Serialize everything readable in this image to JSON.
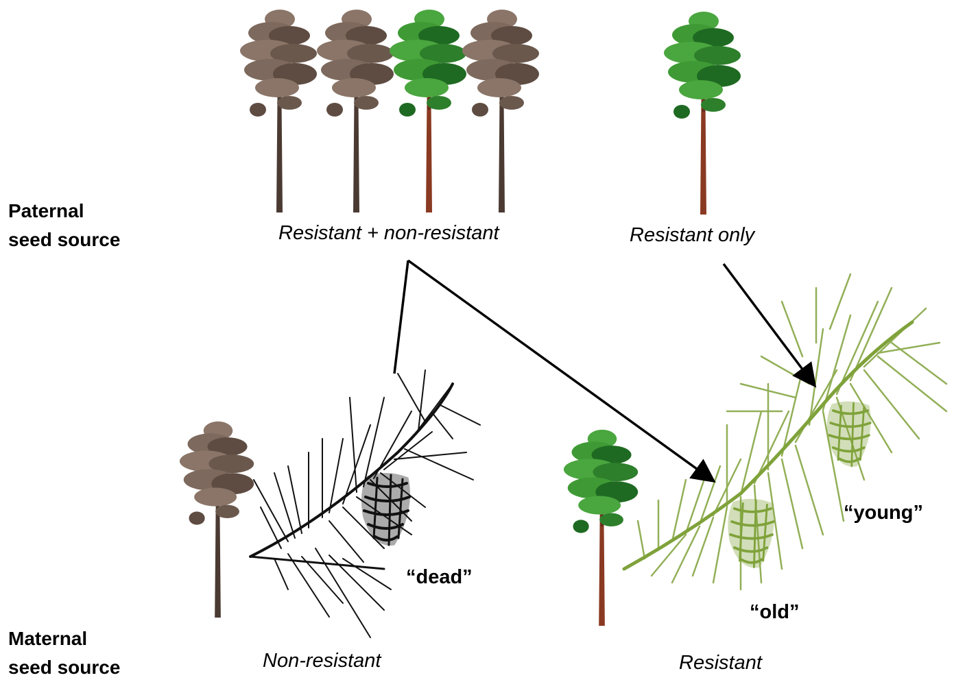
{
  "labels": {
    "paternal": {
      "line1": "Paternal",
      "line2": "seed source"
    },
    "maternal": {
      "line1": "Maternal",
      "line2": "seed source"
    }
  },
  "captions": {
    "paternal_mixed": "Resistant + non-resistant",
    "paternal_resistant": "Resistant only",
    "maternal_non_resistant": "Non-resistant",
    "maternal_resistant": "Resistant"
  },
  "cone_states": {
    "dead": "“dead”",
    "old": "“old”",
    "young": "“young”"
  },
  "colors": {
    "dead_crown": "#8a7568",
    "dead_crown_dark": "#5e4c42",
    "live_crown": "#3f9a35",
    "live_crown_dark": "#1f6a22",
    "dead_trunk": "#4a3a32",
    "live_trunk": "#8a3a22",
    "dead_branch": "#111111",
    "live_branch": "#7fa23a",
    "arrow": "#000000"
  },
  "icons": {
    "tree": "pine-tree-icon",
    "branch": "pine-branch-with-cone-icon",
    "arrow": "arrow-icon"
  }
}
